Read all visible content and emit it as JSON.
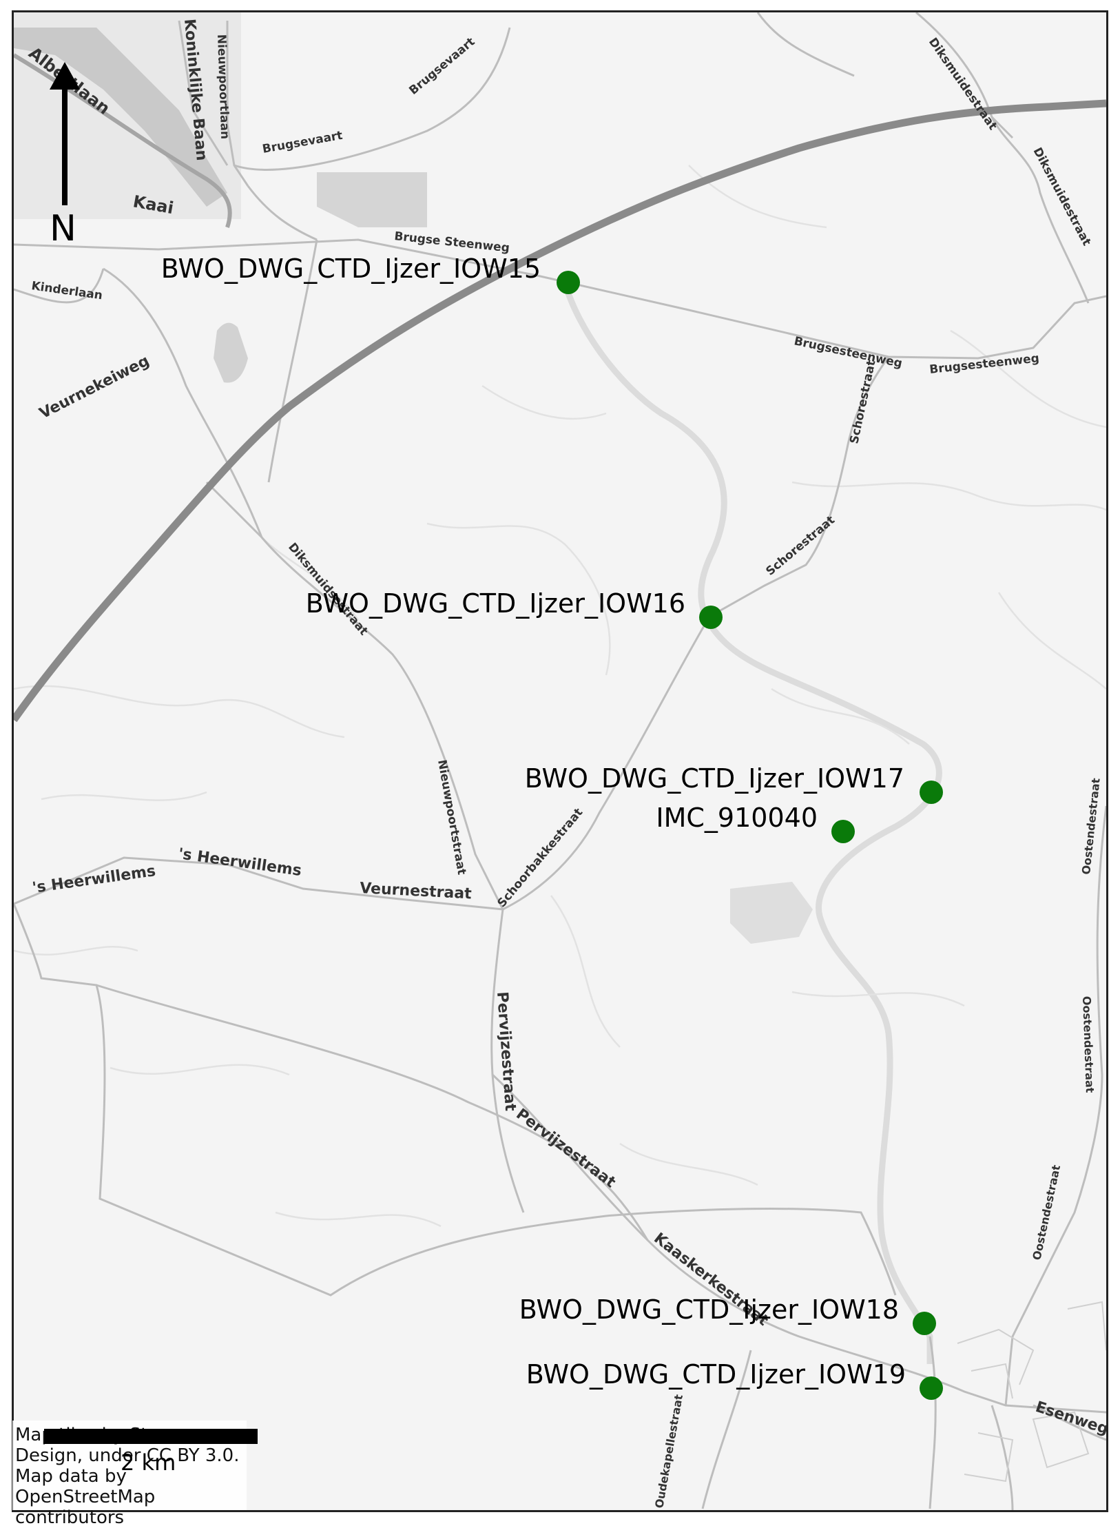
{
  "map": {
    "north_label": "N",
    "scale_label": "2 km",
    "attribution": "Map tiles by Stamen Design, under CC BY 3.0. Map data by OpenStreetMap contributors",
    "colors": {
      "background": "#f4f4f4",
      "road_major": "#8a8a8a",
      "road_minor": "#c9c9c9",
      "river": "#d9d9d9",
      "marker": "#0a7a0a",
      "frame": "#222222"
    },
    "road_labels": [
      "Albertlaan",
      "Koninklijke Baan",
      "Nieuwpoortlaan",
      "Brugsevaart",
      "Brugsevaart",
      "Kaai",
      "Brugse Steenweg",
      "Kinderlaan",
      "Veurnekeiweg",
      "Brugsesteenweg",
      "Brugsesteenweg",
      "Schorestraat",
      "Schorestraat",
      "Diksmuidsestraat",
      "Diksmuidestraat",
      "Diksmuidestraat",
      "Nieuwpoortstraat",
      "Schoorbakkestraat",
      "'s Heerwillems",
      "'s Heerwillems",
      "Veurnestraat",
      "Pervijzestraat",
      "Pervijzestraat",
      "Kaaskerkestraat",
      "Oudekapellestraat",
      "Oostendestraat",
      "Oostendestraat",
      "Oostendestraat",
      "Esenweg"
    ],
    "sites": [
      {
        "id": "BWO_DWG_CTD_Ijzer_IOW15",
        "label": "BWO_DWG_CTD_Ijzer_IOW15"
      },
      {
        "id": "BWO_DWG_CTD_Ijzer_IOW16",
        "label": "BWO_DWG_CTD_Ijzer_IOW16"
      },
      {
        "id": "BWO_DWG_CTD_Ijzer_IOW17",
        "label": "BWO_DWG_CTD_Ijzer_IOW17"
      },
      {
        "id": "IMC_910040",
        "label": "IMC_910040"
      },
      {
        "id": "BWO_DWG_CTD_Ijzer_IOW18",
        "label": "BWO_DWG_CTD_Ijzer_IOW18"
      },
      {
        "id": "BWO_DWG_CTD_Ijzer_IOW19",
        "label": "BWO_DWG_CTD_Ijzer_IOW19"
      }
    ]
  }
}
